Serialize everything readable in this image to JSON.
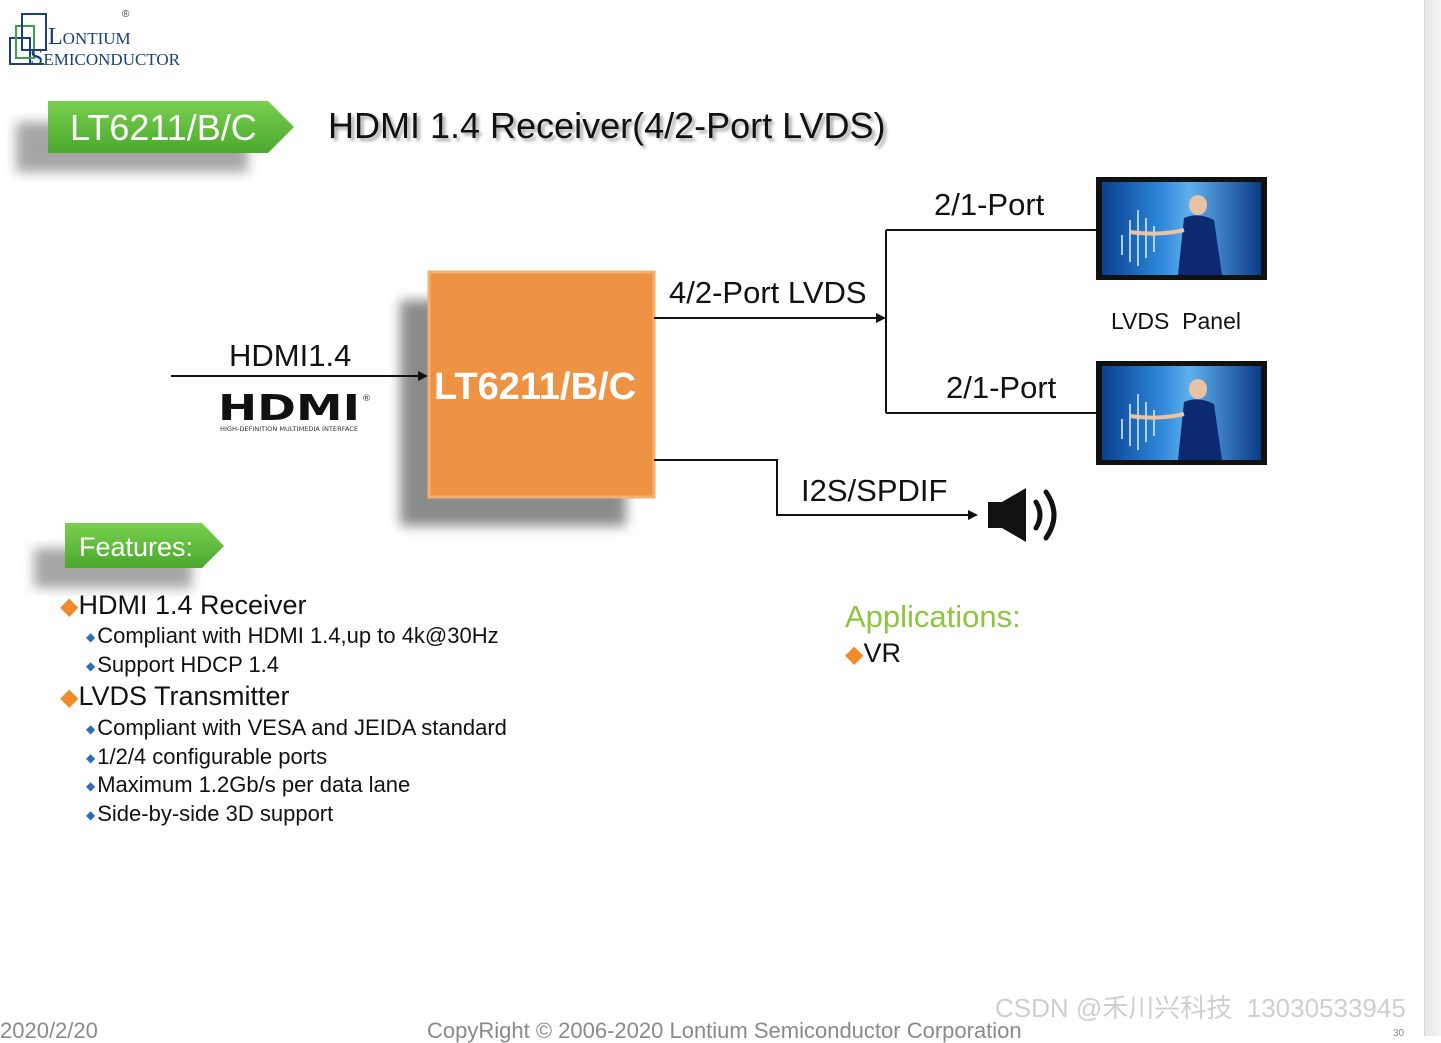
{
  "logo": {
    "line1_initial": "L",
    "line1_rest": "ONTIUM",
    "line2_initial": "S",
    "line2_rest": "EMICONDUCTOR",
    "registered": "®"
  },
  "header": {
    "tag_label": "LT6211/B/C",
    "title": "HDMI 1.4 Receiver(4/2-Port LVDS)"
  },
  "diagram": {
    "input_label": "HDMI1.4",
    "hdmi_logo_text": "HDMI",
    "hdmi_logo_subtext": "HIGH-DEFINITION MULTIMEDIA INTERFACE",
    "chip_label": "LT6211/B/C",
    "lvds_output_label": "4/2-Port LVDS",
    "port_top_label": "2/1-Port",
    "port_bottom_label": "2/1-Port",
    "panel_label": "LVDS  Panel",
    "audio_output_label": "I2S/SPDIF"
  },
  "features": {
    "tag_label": "Features:",
    "groups": [
      {
        "title": "HDMI 1.4 Receiver",
        "items": [
          "Compliant with HDMI 1.4,up to 4k@30Hz",
          "Support HDCP 1.4"
        ]
      },
      {
        "title": "LVDS Transmitter",
        "items": [
          "Compliant with VESA and JEIDA standard",
          "1/2/4 configurable ports",
          "Maximum 1.2Gb/s per data lane",
          "Side-by-side 3D support"
        ]
      }
    ]
  },
  "applications": {
    "title": "Applications:",
    "items": [
      "VR"
    ]
  },
  "footer": {
    "date": "2020/2/20",
    "copyright": "CopyRight © 2006-2020 Lontium Semiconductor Corporation",
    "watermark": "CSDN @禾川兴科技  13030533945",
    "page": "30"
  },
  "colors": {
    "chip_orange": "#ee9244",
    "tag_green": "#5fbe3c",
    "bullet_orange": "#f08a2a",
    "bullet_blue": "#2a6ebd",
    "applications_green": "#8cc63f",
    "logo_blue": "#1b3f7a"
  },
  "icons": [
    "lontium-logo-icon",
    "hdmi-logo-icon",
    "lvds-panel-icon",
    "speaker-icon",
    "arrow-head-icon"
  ]
}
